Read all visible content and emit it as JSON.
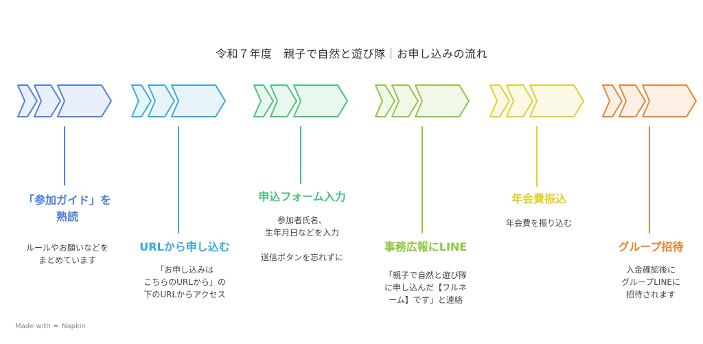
{
  "title": "令和７年度　親子で自然と遊び隊｜お申し込みの流れ",
  "footer": {
    "made_with": "Made with",
    "brand": "Napkin",
    "icon": "napkin-logo-icon"
  },
  "colors": {
    "step1": "#4d7fe0",
    "step2": "#36a9e1",
    "step3": "#46c47a",
    "step4": "#8dc63f",
    "step5": "#e2cf2a",
    "step6": "#e8842c"
  },
  "steps": [
    {
      "title": "「参加ガイド」を\n熟読",
      "desc": "ルールやお願いなどを\nまとめています",
      "icon": "triple-chevron-arrow-icon"
    },
    {
      "title": "URLから申し込む",
      "desc": "「お申し込みは\nこちらのURLから」の\n下のURLからアクセス",
      "icon": "triple-chevron-arrow-icon"
    },
    {
      "title": "申込フォーム入力",
      "desc": "参加者氏名、\n生年月日などを入力\n\n送信ボタンを忘れずに",
      "icon": "triple-chevron-arrow-icon"
    },
    {
      "title": "事務広報にLINE",
      "desc": "「親子で自然と遊び隊\nに申し込んだ【フルネ\nーム】です」と連絡",
      "icon": "triple-chevron-arrow-icon"
    },
    {
      "title": "年会費振込",
      "desc": "年会費を振り込む",
      "icon": "triple-chevron-arrow-icon"
    },
    {
      "title": "グループ招待",
      "desc": "入金確認後に\nグループLINEに\n招待されます",
      "icon": "triple-chevron-arrow-icon"
    }
  ]
}
